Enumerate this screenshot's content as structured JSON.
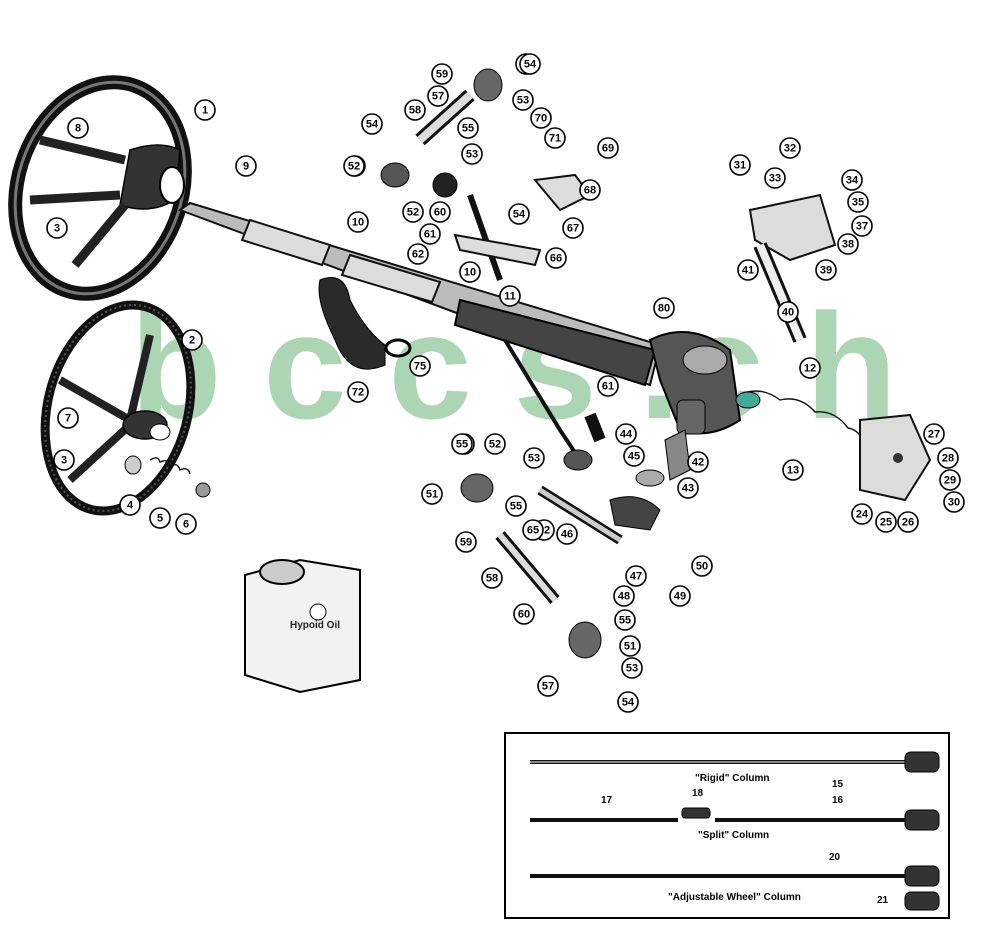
{
  "watermark": "b c c s .c h",
  "oil_can_label": "Hypoid Oil",
  "callouts": [
    "1",
    "2",
    "3",
    "3",
    "4",
    "5",
    "6",
    "7",
    "8",
    "9",
    "10",
    "10",
    "11",
    "12",
    "13",
    "24",
    "25",
    "26",
    "27",
    "28",
    "29",
    "30",
    "31",
    "32",
    "33",
    "34",
    "35",
    "37",
    "38",
    "39",
    "40",
    "41",
    "42",
    "43",
    "44",
    "45",
    "46",
    "47",
    "48",
    "49",
    "50",
    "51",
    "51",
    "51",
    "51",
    "52",
    "52",
    "52",
    "52",
    "53",
    "53",
    "53",
    "53",
    "54",
    "54",
    "54",
    "54",
    "55",
    "55",
    "55",
    "55",
    "57",
    "57",
    "58",
    "58",
    "59",
    "59",
    "60",
    "60",
    "61",
    "61",
    "62",
    "62",
    "65",
    "66",
    "67",
    "68",
    "69",
    "70",
    "71",
    "72",
    "75",
    "80"
  ],
  "inset": {
    "rigid_caption": "\"Rigid\" Column",
    "split_caption": "\"Split\" Column",
    "adjustable_caption": "\"Adjustable Wheel\" Column",
    "refs": [
      "15",
      "16",
      "17",
      "18",
      "20",
      "21"
    ]
  }
}
